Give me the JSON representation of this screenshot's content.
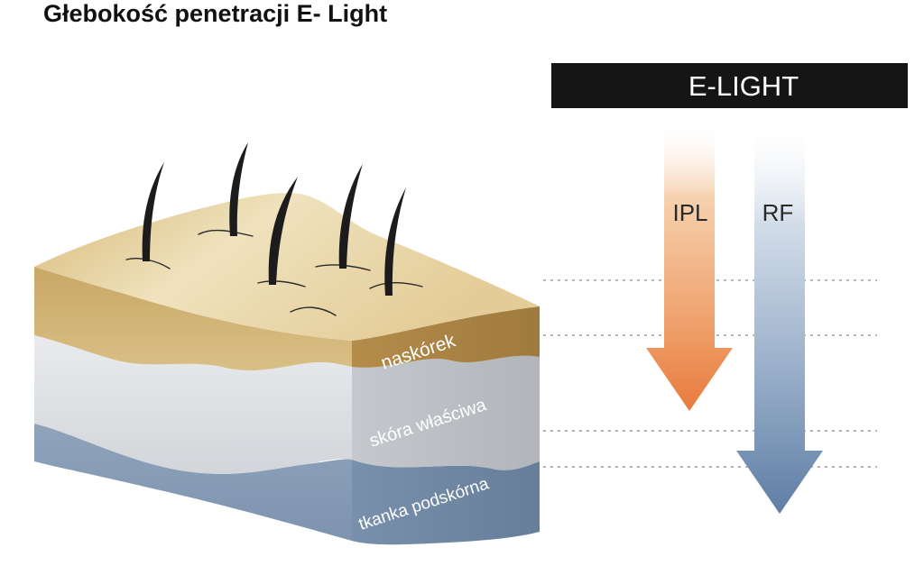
{
  "title": "Głebokość penetracji E- Light",
  "banner": {
    "label": "E-LIGHT",
    "color": "#151515"
  },
  "layers": [
    {
      "label": "naskórek",
      "color": "#c8a260"
    },
    {
      "label": "skóra właściwa",
      "color": "#d6d8da"
    },
    {
      "label": "tkanka podskórna",
      "color": "#8a9fb8"
    }
  ],
  "arrows": [
    {
      "label": "IPL",
      "color": "#e87a3c"
    },
    {
      "label": "RF",
      "color": "#5e7ea4"
    }
  ]
}
